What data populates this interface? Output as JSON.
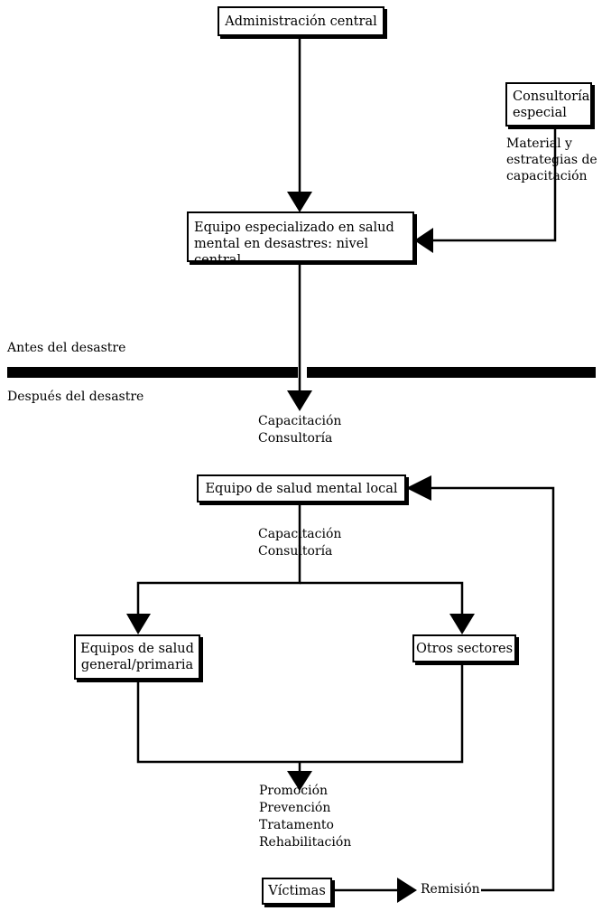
{
  "nodes": {
    "admin_central": "Administración central",
    "consultoria_especial": [
      "Consultoría",
      "especial"
    ],
    "equipo_especializado": [
      "Equipo especializado en salud",
      "mental en desastres: nivel central"
    ],
    "equipo_local": "Equipo de salud mental local",
    "equipos_salud_general": [
      "Equipos de salud",
      "general/primaria"
    ],
    "otros_sectores": "Otros sectores",
    "victimas": "Víctimas"
  },
  "edge_labels": {
    "material": [
      "Material y",
      "estrategias de",
      "capacitación"
    ],
    "capacitacion_1": [
      "Capacitación",
      "Consultoría"
    ],
    "capacitacion_2": [
      "Capacitación",
      "Consultoría"
    ],
    "servicios": [
      "Promoción",
      "Prevención",
      "Tratamento",
      "Rehabilitación"
    ],
    "remision": "Remisión"
  },
  "phases": {
    "antes": "Antes del desastre",
    "despues": "Después del desastre"
  }
}
